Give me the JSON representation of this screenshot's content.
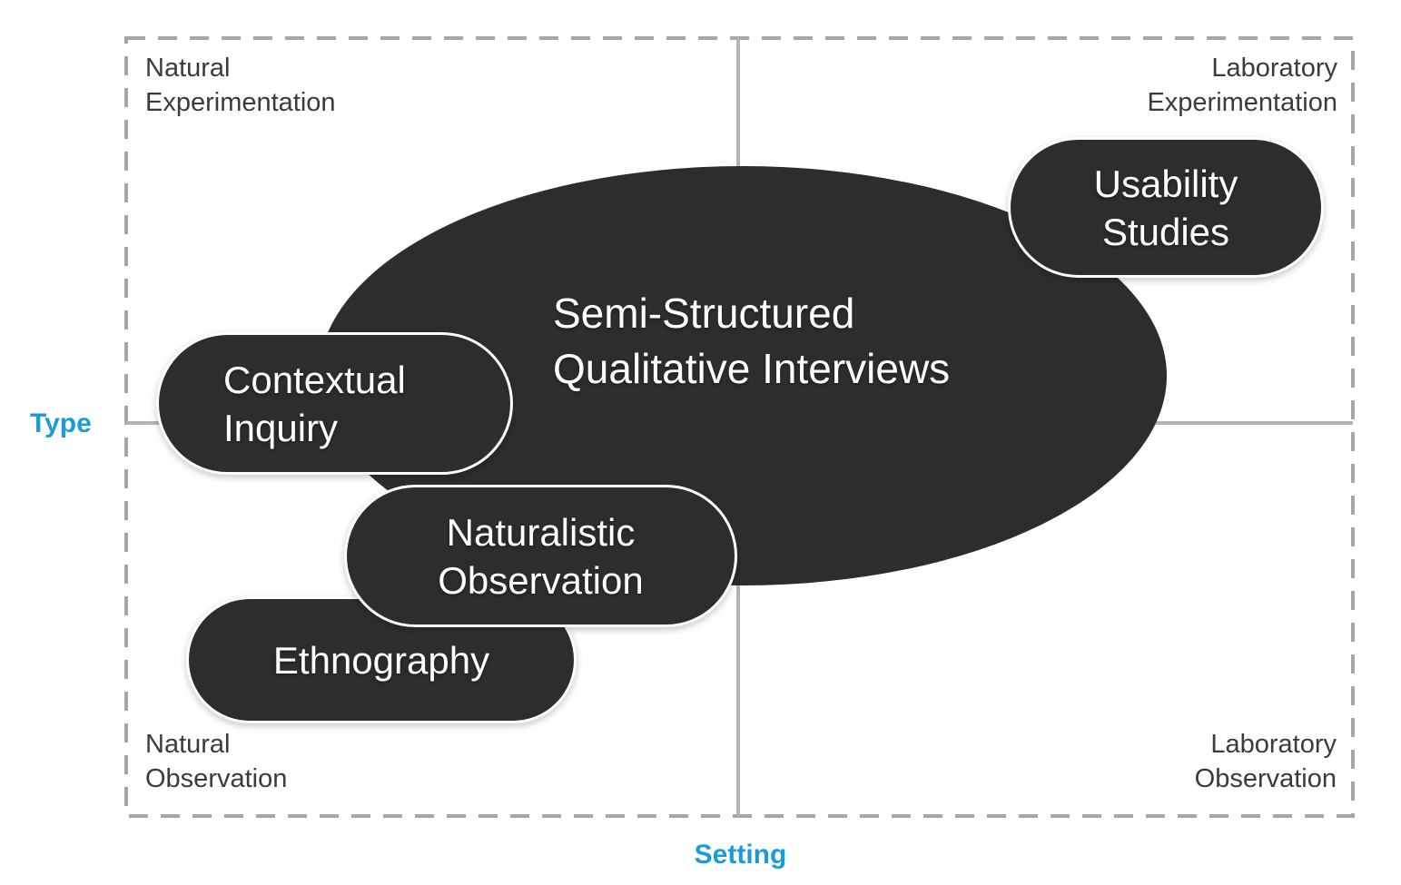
{
  "diagram": {
    "axes": {
      "y_label": "Type",
      "x_label": "Setting"
    },
    "quadrant_labels": {
      "top_left": "Natural\nExperimentation",
      "top_right": "Laboratory\nExperimentation",
      "bottom_left": "Natural\nObservation",
      "bottom_right": "Laboratory\nObservation"
    },
    "methods": {
      "semi_structured_interviews": "Semi-Structured\nQualitative Interviews",
      "usability_studies": "Usability\nStudies",
      "contextual_inquiry": "Contextual\nInquiry",
      "naturalistic_observation": "Naturalistic\nObservation",
      "ethnography": "Ethnography"
    },
    "colors": {
      "shape_fill": "#2d2d2d",
      "shape_text": "#ffffff",
      "shape_border": "#ffffff",
      "axis_label_accent": "#1a9cd8",
      "divider_line": "#b4b4b4",
      "dashed_border": "#a6a6a6",
      "quadrant_text": "#3b3b3b",
      "background": "#ffffff"
    }
  }
}
